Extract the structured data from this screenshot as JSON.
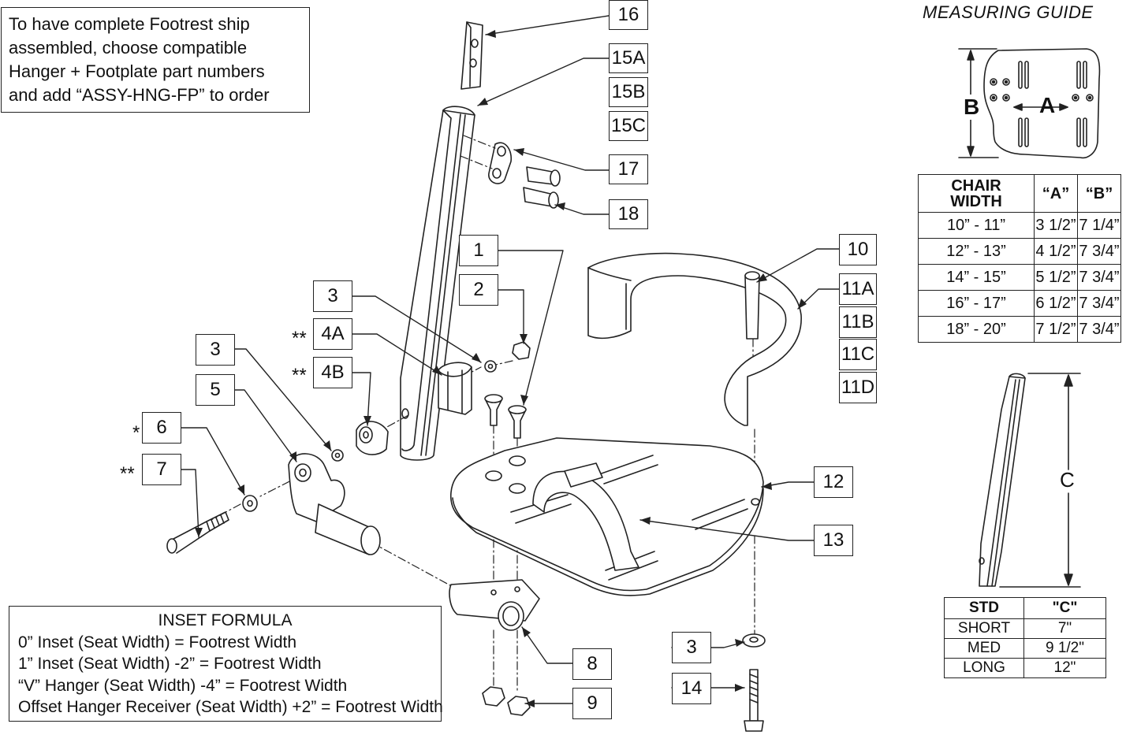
{
  "note": {
    "lines": [
      "To have complete Footrest ship",
      "assembled, choose compatible",
      "Hanger + Footplate part numbers",
      "and add “ASSY-HNG-FP” to order"
    ]
  },
  "inset_formula": {
    "title": "INSET FORMULA",
    "lines": [
      "0” Inset (Seat Width) = Footrest Width",
      "1” Inset (Seat Width) -2” = Footrest Width",
      "“V” Hanger (Seat Width) -4” = Footrest Width",
      "Offset Hanger Receiver (Seat Width) +2” = Footrest Width"
    ]
  },
  "callouts": {
    "c16": "16",
    "c15a": "15A",
    "c15b": "15B",
    "c15c": "15C",
    "c17": "17",
    "c18": "18",
    "c1": "1",
    "c2": "2",
    "c3a": "3",
    "c4a": "4A",
    "c4b": "4B",
    "c3b": "3",
    "c5": "5",
    "c6": "6",
    "c7": "7",
    "c10": "10",
    "c11a": "11A",
    "c11b": "11B",
    "c11c": "11C",
    "c11d": "11D",
    "c12": "12",
    "c13": "13",
    "c8": "8",
    "c9": "9",
    "c3c": "3",
    "c14": "14"
  },
  "stars": {
    "s4a": "**",
    "s4b": "**",
    "s6": "*",
    "s7": "**"
  },
  "guide": {
    "title": "MEASURING GUIDE",
    "dim_a": "A",
    "dim_b": "B",
    "dim_c": "C",
    "width_table": {
      "headers": [
        "CHAIR WIDTH",
        "“A”",
        "“B”"
      ],
      "rows": [
        [
          "10” - 11”",
          "3 1/2”",
          "7 1/4”"
        ],
        [
          "12” - 13”",
          "4 1/2”",
          "7 3/4”"
        ],
        [
          "14” - 15”",
          "5 1/2”",
          "7 3/4”"
        ],
        [
          "16” - 17”",
          "6 1/2”",
          "7 3/4”"
        ],
        [
          "18” - 20”",
          "7 1/2”",
          "7 3/4”"
        ]
      ]
    },
    "std_table": {
      "headers": [
        "STD",
        "\"C\""
      ],
      "rows": [
        [
          "SHORT",
          "7\""
        ],
        [
          "MED",
          "9 1/2\""
        ],
        [
          "LONG",
          "12\""
        ]
      ]
    }
  }
}
